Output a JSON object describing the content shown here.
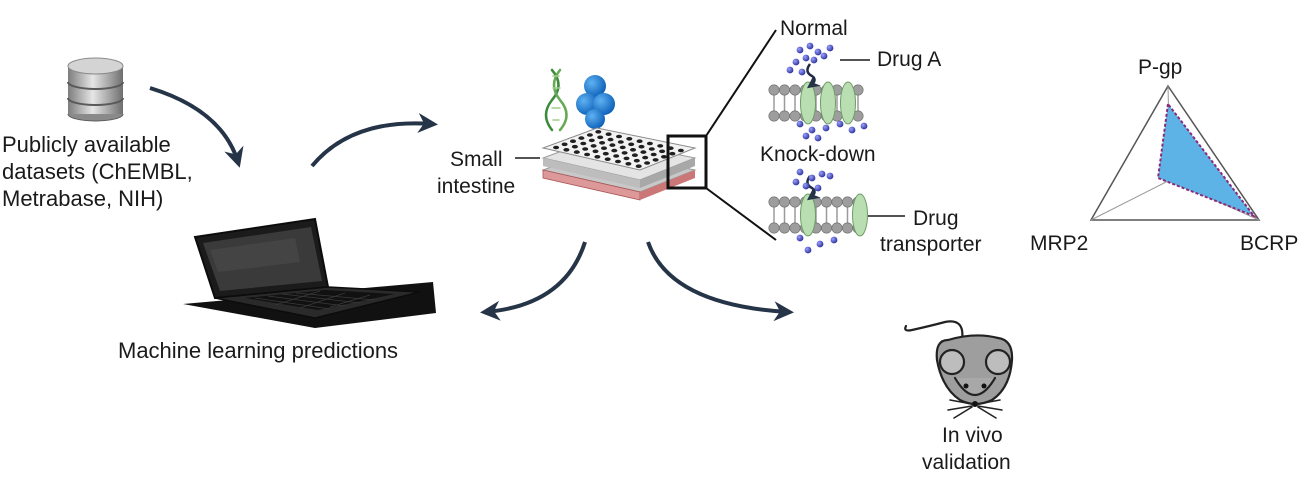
{
  "datasets": {
    "line1": "Publicly available",
    "line2": "datasets (ChEMBL,",
    "line3": "Metrabase, NIH)"
  },
  "ml": {
    "label": "Machine learning predictions"
  },
  "intestine": {
    "line1": "Small",
    "line2": "intestine"
  },
  "membrane": {
    "normal": "Normal",
    "drug_a": "Drug A",
    "knockdown": "Knock-down",
    "transporter_line1": "Drug",
    "transporter_line2": "transporter"
  },
  "radar": {
    "axes": [
      "P-gp",
      "BCRP",
      "MRP2"
    ],
    "fill_color": "#5eb3e6",
    "outline_color": "#8a2a78"
  },
  "mouse": {
    "line1": "In vivo",
    "line2": "validation"
  }
}
